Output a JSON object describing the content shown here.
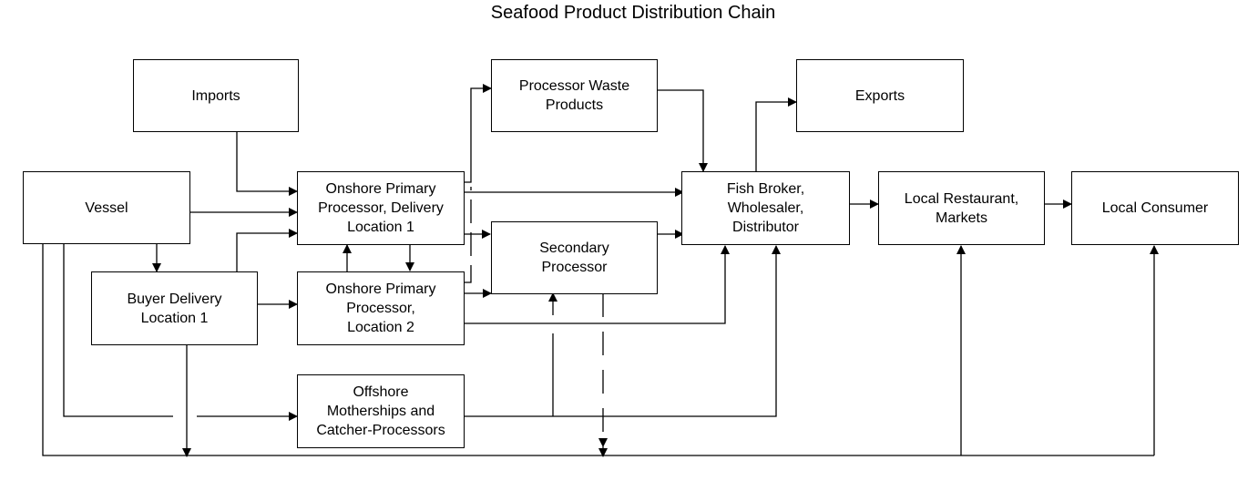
{
  "title": "Seafood Product Distribution Chain",
  "nodes": {
    "imports": "Imports",
    "vessel": "Vessel",
    "buyer_delivery": "Buyer Delivery\nLocation 1",
    "onshore_primary_1": "Onshore Primary\nProcessor, Delivery\nLocation 1",
    "onshore_primary_2": "Onshore Primary\nProcessor,\nLocation 2",
    "offshore": "Offshore\nMotherships and\nCatcher-Processors",
    "processor_waste": "Processor Waste\nProducts",
    "secondary_processor": "Secondary\nProcessor",
    "fish_broker": "Fish Broker,\nWholesaler,\nDistributor",
    "exports": "Exports",
    "local_restaurant": "Local Restaurant,\nMarkets",
    "local_consumer": "Local Consumer"
  }
}
